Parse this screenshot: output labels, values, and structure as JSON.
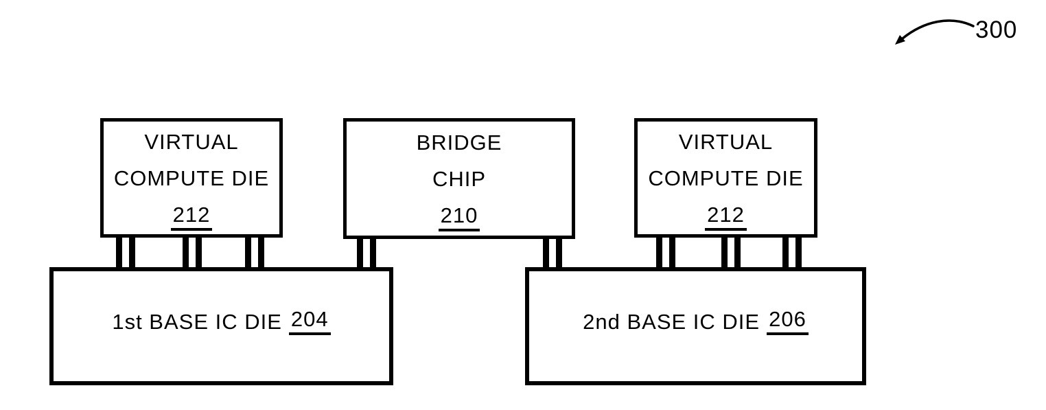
{
  "figure": {
    "figure_number": "300",
    "boxes": {
      "compute_die_left": {
        "line1": "VIRTUAL",
        "line2": "COMPUTE DIE",
        "ref": "212"
      },
      "bridge_chip": {
        "line1": "BRIDGE",
        "line2": "CHIP",
        "ref": "210"
      },
      "compute_die_right": {
        "line1": "VIRTUAL",
        "line2": "COMPUTE DIE",
        "ref": "212"
      },
      "base_die_left": {
        "label": "1st BASE IC DIE",
        "ref": "204"
      },
      "base_die_right": {
        "label": "2nd BASE IC DIE",
        "ref": "206"
      }
    },
    "colors": {
      "ink": "#000000",
      "paper": "#ffffff"
    }
  }
}
